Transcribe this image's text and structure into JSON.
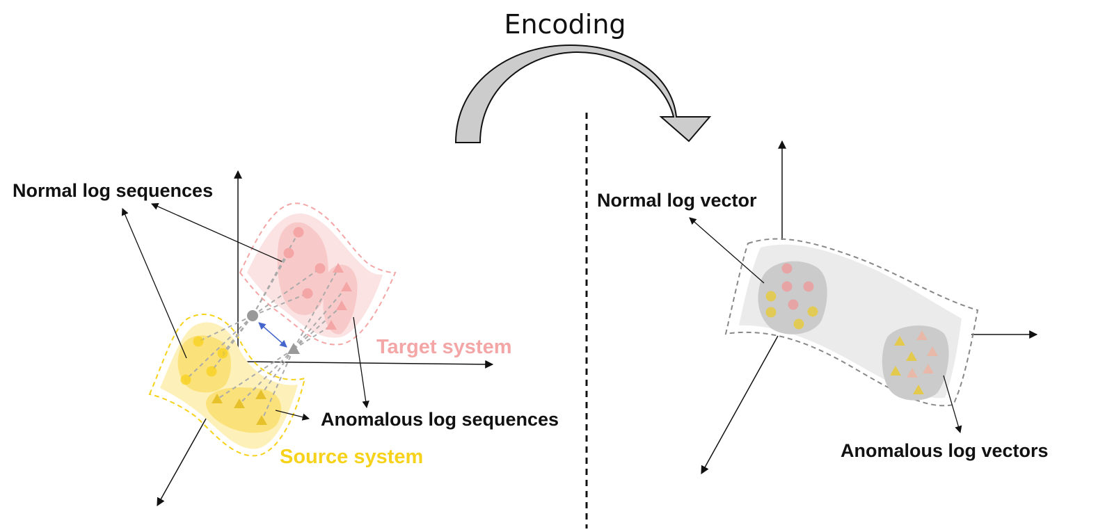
{
  "title": "Encoding",
  "left_panel": {
    "normal_label": "Normal log sequences",
    "anomalous_label": "Anomalous log sequences",
    "target_label": "Target system",
    "source_label": "Source system"
  },
  "right_panel": {
    "normal_label": "Normal log vector",
    "anomalous_label": "Anomalous log vectors"
  },
  "colors": {
    "target": "#f4a6a6",
    "source": "#f7d21b",
    "gray_region": "#e9e9e9",
    "gray_cluster": "#c9c9c9",
    "arrow_fill": "#cccccc",
    "double_arrow": "#4466cc"
  }
}
